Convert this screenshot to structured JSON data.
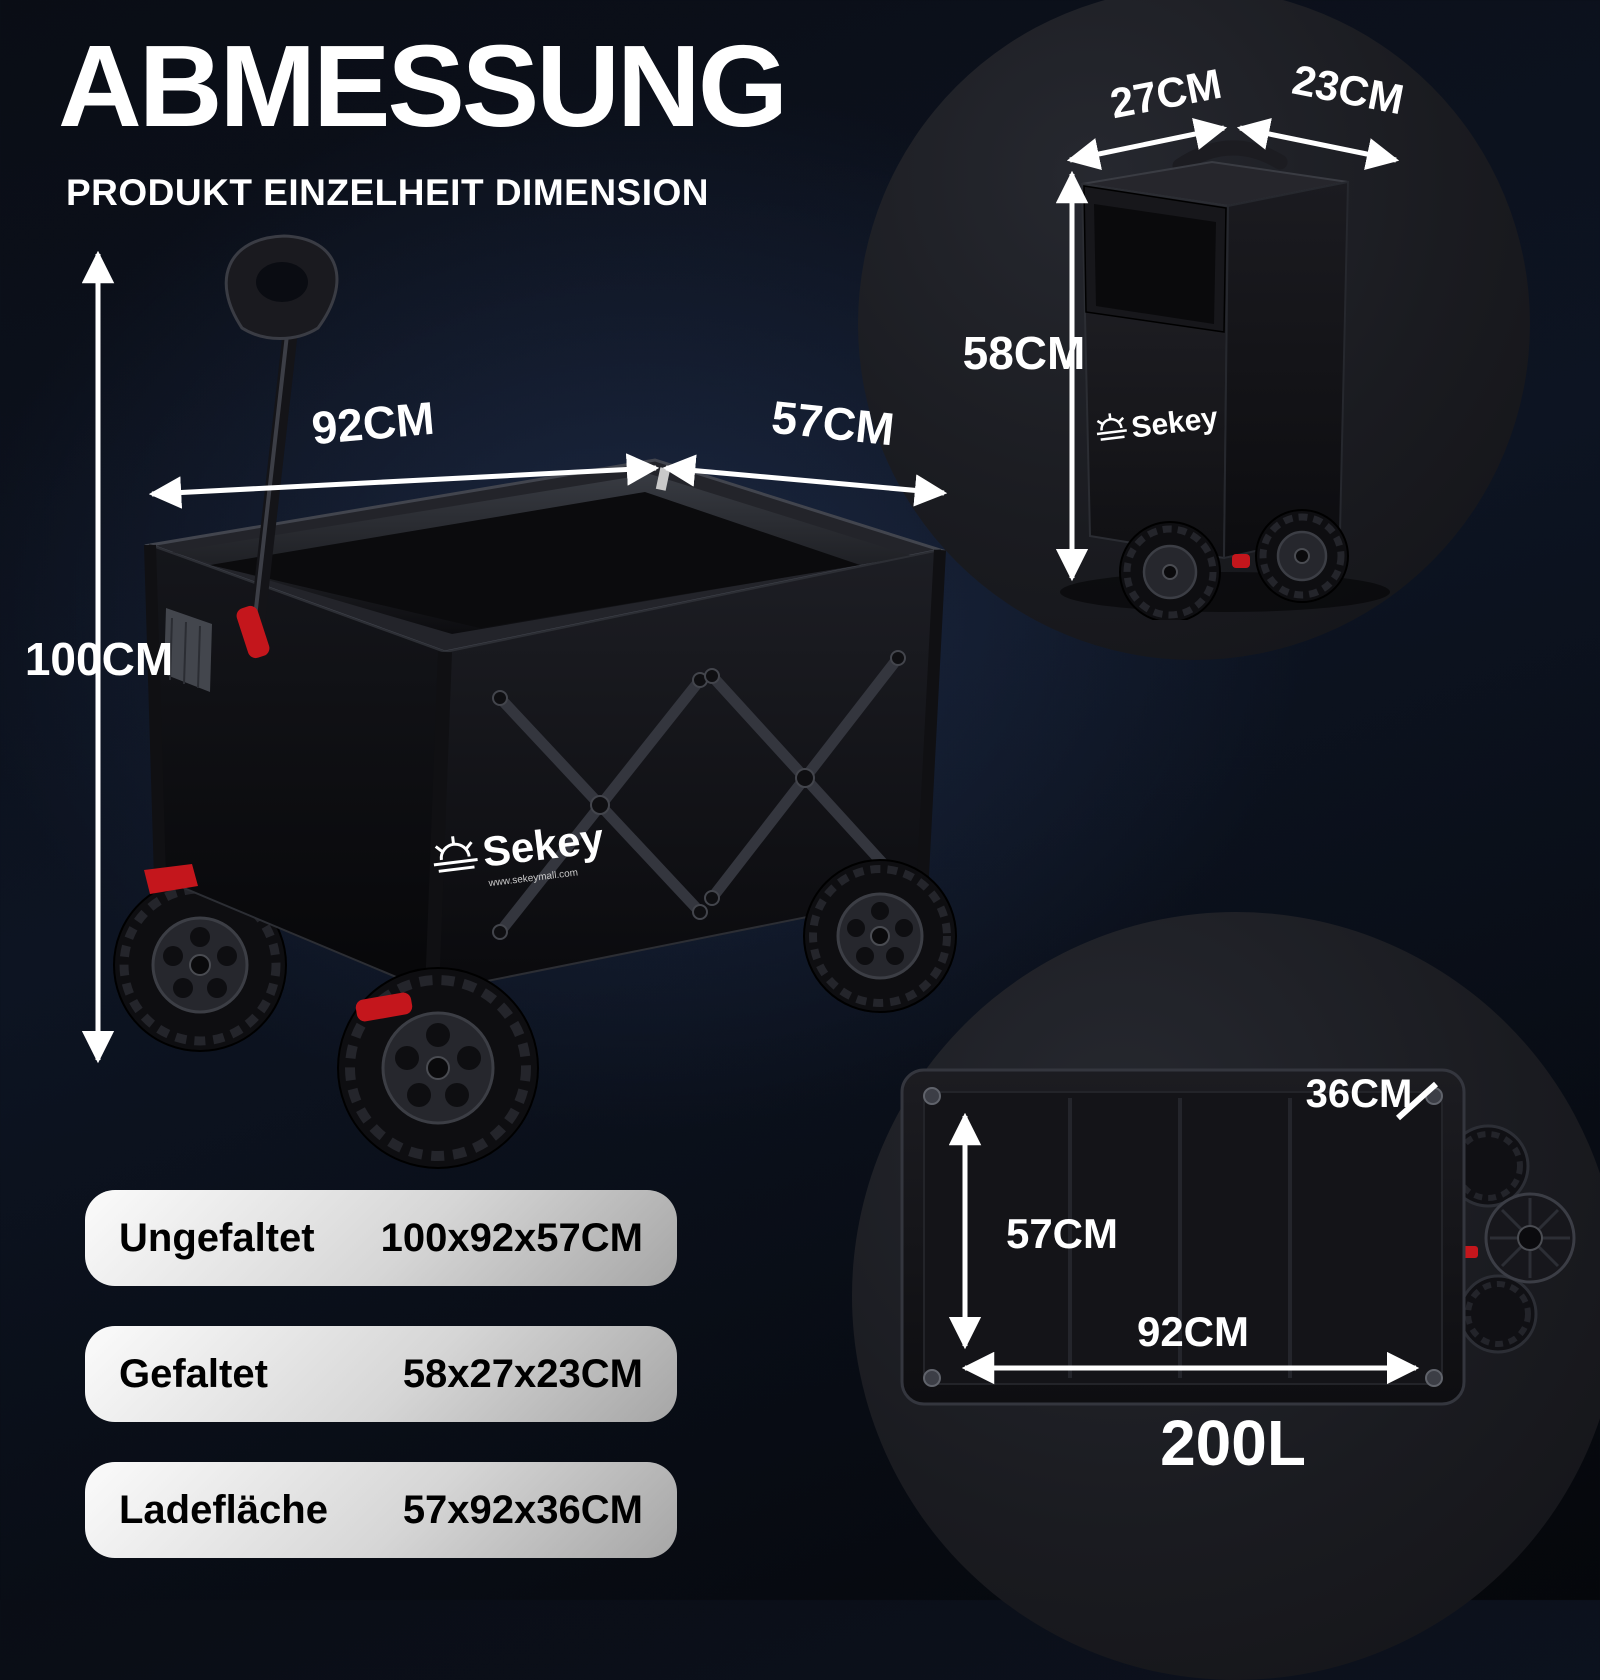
{
  "header": {
    "title": "ABMESSUNG",
    "subtitle": "PRODUKT EINZELHEIT DIMENSION"
  },
  "brand": {
    "name": "Sekey",
    "website": "www.sekeymall.com"
  },
  "main_view": {
    "width": "92CM",
    "depth": "57CM",
    "height": "100CM"
  },
  "folded_view": {
    "depth": "27CM",
    "width": "23CM",
    "height": "58CM"
  },
  "interior_view": {
    "height": "36CM",
    "width": "57CM",
    "length": "92CM",
    "capacity": "200L"
  },
  "specs": {
    "rows": [
      {
        "label": "Ungefaltet",
        "value": "100x92x57CM"
      },
      {
        "label": "Gefaltet",
        "value": "58x27x23CM"
      },
      {
        "label": "Ladefläche",
        "value": "57x92x36CM"
      }
    ]
  },
  "colors": {
    "accent_red": "#c4161c",
    "text": "#ffffff",
    "spec_row_bg": "#d6d6d6",
    "background": "#0a0d15"
  }
}
